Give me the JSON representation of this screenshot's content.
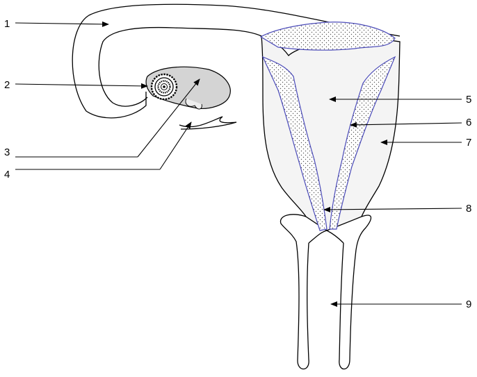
{
  "diagram": {
    "labels": [
      "1",
      "2",
      "3",
      "4",
      "5",
      "6",
      "7",
      "8",
      "9"
    ]
  },
  "colors": {
    "outline": "#000000",
    "tissue_fill": "#eeeeee",
    "ovary_fill": "#d4d4d4",
    "lining_edge": "#4a4ab8",
    "lining_dots": "#555555",
    "background": "#ffffff"
  }
}
